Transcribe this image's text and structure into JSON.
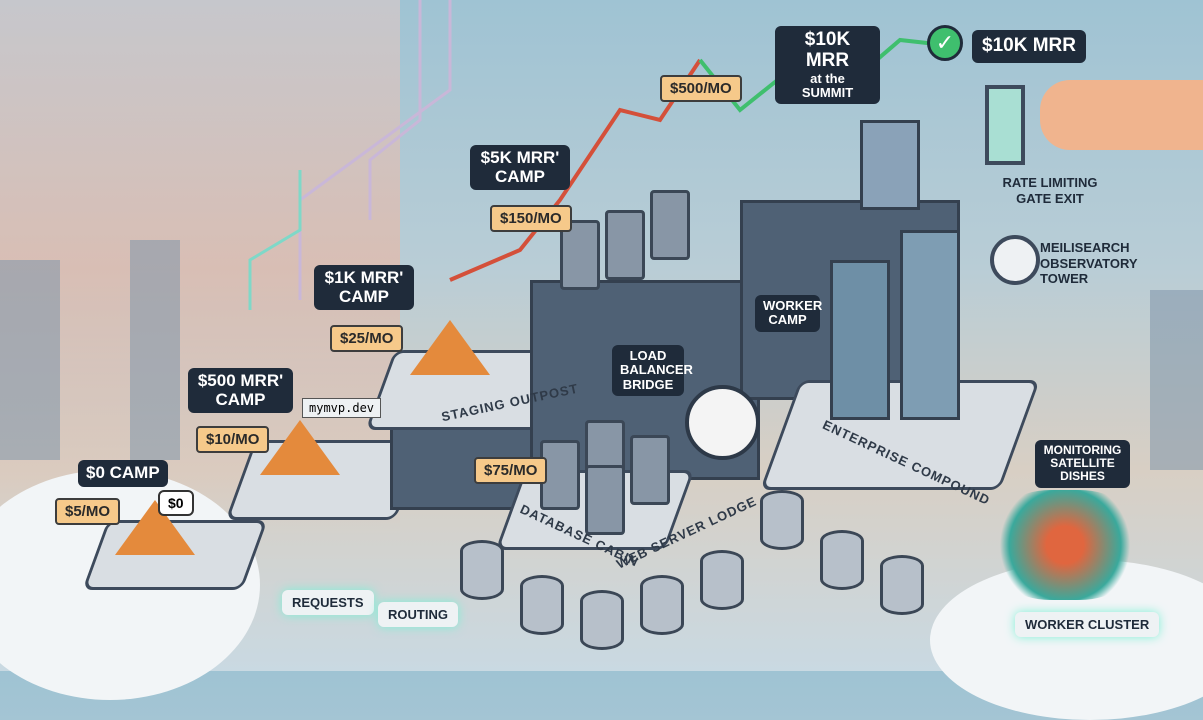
{
  "labels": {
    "camp0": "$0 CAMP",
    "camp0_cost": "$5/MO",
    "camp0_bubble": "$0",
    "camp500": "$500 MRR' CAMP",
    "camp500_cost": "$10/MO",
    "domain_flag": "mymvp.dev",
    "camp1k": "$1K MRR' CAMP",
    "camp1k_cost": "$25/MO",
    "staging": "STAGING OUTPOST",
    "camp5k": "$5K MRR' CAMP",
    "camp5k_cost": "$150/MO",
    "db_cost": "$75/MO",
    "database_cabin": "DATABASE CABIN",
    "web_server_lodge": "WEB SERVER LODGE",
    "load_balancer": "LOAD BALANCER BRIDGE",
    "worker_camp": "WORKER CAMP",
    "enterprise_cost": "$500/MO",
    "summit_line1": "$10K MRR",
    "summit_line2": "at the SUMMIT",
    "goal": "$10K MRR",
    "rate_limit": "RATE LIMITING GATE EXIT",
    "meilisearch": "MEILISEARCH OBSERVATORY TOWER",
    "enterprise": "ENTERPRISE COMPOUND",
    "monitoring": "MONITORING SATELLITE DISHES",
    "worker_cluster": "WORKER CLUSTER",
    "requests": "REQUESTS",
    "routing": "ROUTING"
  },
  "colors": {
    "growth_line": "#3fbf6e",
    "early_line": "#d4503a",
    "tent": "#e48a3c",
    "price_tag": "#f6c98a",
    "label_dark": "#1f2b3a"
  }
}
